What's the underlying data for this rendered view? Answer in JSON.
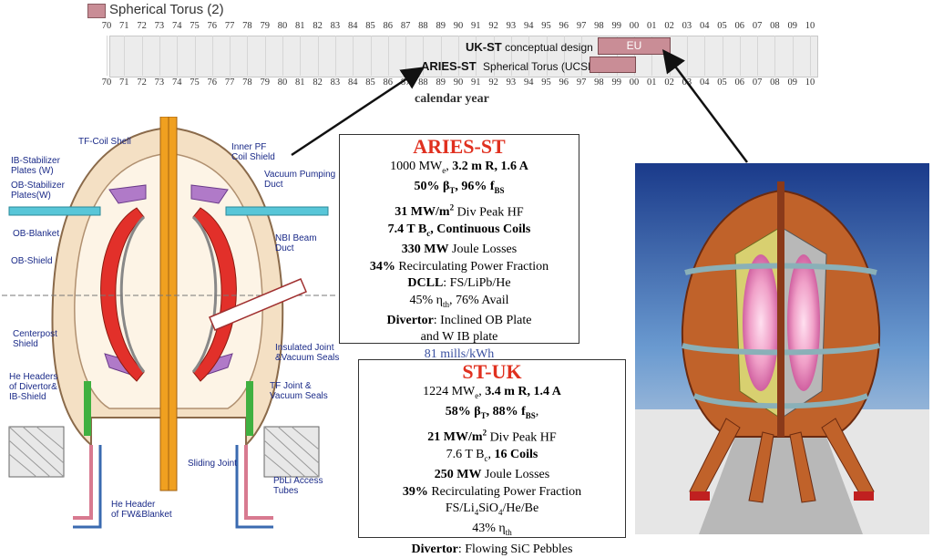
{
  "timeline": {
    "legend": "Spherical Torus (2)",
    "years": [
      "70",
      "71",
      "72",
      "73",
      "74",
      "75",
      "76",
      "77",
      "78",
      "79",
      "80",
      "81",
      "82",
      "83",
      "84",
      "85",
      "86",
      "87",
      "88",
      "89",
      "90",
      "91",
      "92",
      "93",
      "94",
      "95",
      "96",
      "97",
      "98",
      "99",
      "00",
      "01",
      "02",
      "03",
      "04",
      "05",
      "06",
      "07",
      "08",
      "09",
      "10"
    ],
    "ukst_name": "UK-ST",
    "ukst_desc": "conceptual design",
    "eu_label": "EU",
    "aries_name": "ARIES-ST",
    "aries_desc": "Spherical Torus (UCSD)",
    "axis_label": "calendar year"
  },
  "aries_box": {
    "title": "ARIES-ST",
    "l1_pre": "1000 MW",
    "l1_sub": "e",
    "l1_post": ", ",
    "l1_b": "3.2 m R, 1.6 A",
    "l2_a": "50% β",
    "l2_sub1": "T",
    "l2_b": ", 96% f",
    "l2_sub2": "BS",
    "l3_a": "31 MW/m",
    "l3_sup": "2",
    "l3_b": " Div Peak HF",
    "l4_a": "7.4 T B",
    "l4_sub": "c",
    "l4_b": ", Continuous Coils",
    "l5_a": "330 MW",
    "l5_b": " Joule Losses",
    "l6_a": "34%",
    "l6_b": " Recirculating Power Fraction",
    "l7_a": "DCLL",
    "l7_b": ": FS/LiPb/He",
    "l8_a": "45% η",
    "l8_sub": "th",
    "l8_b": ", 76% Avail",
    "l9_a": "Divertor",
    "l9_b": ": Inclined OB Plate",
    "l10": "and W IB plate",
    "l11": "81 mills/kWh"
  },
  "stuk_box": {
    "title": "ST-UK",
    "l1_pre": "1224 MW",
    "l1_sub": "e",
    "l1_post": ", ",
    "l1_b": "3.4 m R, 1.4 A",
    "l2_a": "58% β",
    "l2_sub1": "T",
    "l2_b": ", 88% f",
    "l2_sub2": "BS",
    "l2_c": ",",
    "l3_a": "21 MW/m",
    "l3_sup": "2",
    "l3_b": " Div Peak HF",
    "l4_a": "7.6 T B",
    "l4_sub": "c",
    "l4_b": ", ",
    "l4_c": "16 Coils",
    "l5_a": "250 MW",
    "l5_b": " Joule Losses",
    "l6_a": "39%",
    "l6_b": " Recirculating Power Fraction",
    "l7_a": "FS/Li",
    "l7_sub1": "4",
    "l7_b": "SiO",
    "l7_sub2": "4",
    "l7_c": "/He/Be",
    "l8_a": "43% η",
    "l8_sub": "th",
    "l9_a": "Divertor",
    "l9_b": ": Flowing SiC Pebbles"
  },
  "schematic_labels": {
    "tf_coil_shell": "TF-Coil Shell",
    "ib_stabilizer": "IB-Stabilizer\nPlates (W)",
    "ob_stabilizer": "OB-Stabilizer\nPlates(W)",
    "inner_pf": "Inner PF\nCoil Shield",
    "vacuum_duct": "Vacuum Pumping\nDuct",
    "ob_blanket": "OB-Blanket",
    "nbi_duct": "NBI Beam\nDuct",
    "ob_shield": "OB-Shield",
    "centerpost": "Centerpost\nShield",
    "insulated_joint": "Insulated Joint\n&Vacuum Seals",
    "he_headers": "He Headers\nof Divertor&\nIB-Shield",
    "tf_joint": "TF Joint &\nVacuum Seals",
    "sliding_joint": "Sliding Joint",
    "he_header_fw": "He Header\nof FW&Blanket",
    "pbli_tubes": "PbLi Access\nTubes"
  },
  "colors": {
    "bar": "#c98d96",
    "title_red": "#e0301f",
    "cost_blue": "#3a50a0",
    "label_blue": "#1a2a88"
  }
}
